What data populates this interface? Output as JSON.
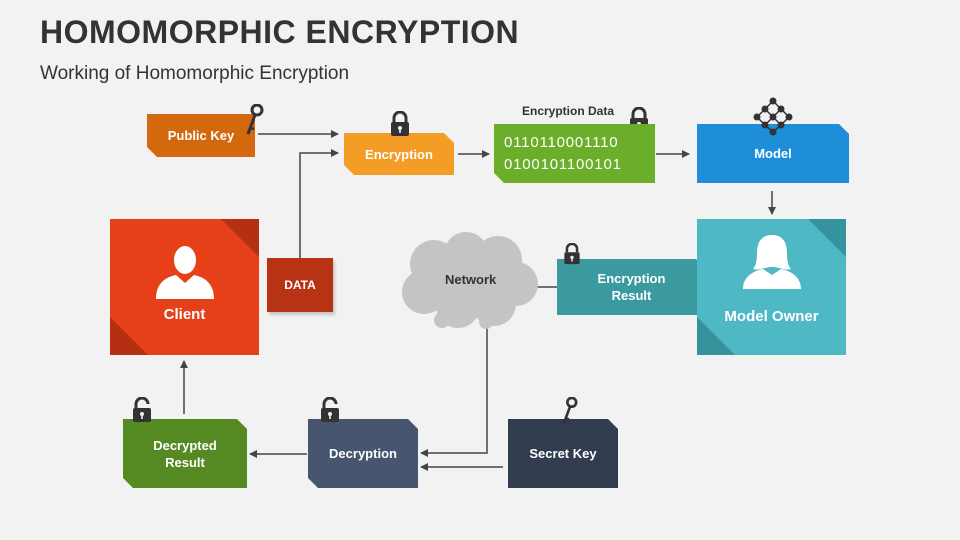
{
  "header": {
    "title": "HOMOMORPHIC ENCRYPTION",
    "subtitle": "Working of Homomorphic Encryption"
  },
  "nodes": {
    "public_key": "Public Key",
    "encryption": "Encryption",
    "encryption_data_label": "Encryption Data",
    "bits_line1": "0110110001110",
    "bits_line2": "0100101100101",
    "model": "Model",
    "client": "Client",
    "data": "DATA",
    "network": "Network",
    "encryption_result_line1": "Encryption",
    "encryption_result_line2": "Result",
    "model_owner": "Model Owner",
    "decrypted_result_line1": "Decrypted",
    "decrypted_result_line2": "Result",
    "decryption": "Decryption",
    "secret_key": "Secret Key"
  },
  "colors": {
    "public_key": "#d4680e",
    "encryption": "#f39c26",
    "bits": "#6aae2a",
    "model": "#1f8ed8",
    "client": "#e64019",
    "client_dark": "#b52f12",
    "data": "#b83214",
    "encryption_result": "#3a9aa0",
    "model_owner": "#4fb8c5",
    "model_owner_dark": "#35939e",
    "decrypted_result": "#558a22",
    "decryption": "#47556e",
    "secret_key": "#313d4e"
  },
  "icons": [
    "key-icon",
    "lock-icon",
    "network-nodes-icon",
    "user-icon",
    "cloud-icon",
    "unlock-icon"
  ]
}
